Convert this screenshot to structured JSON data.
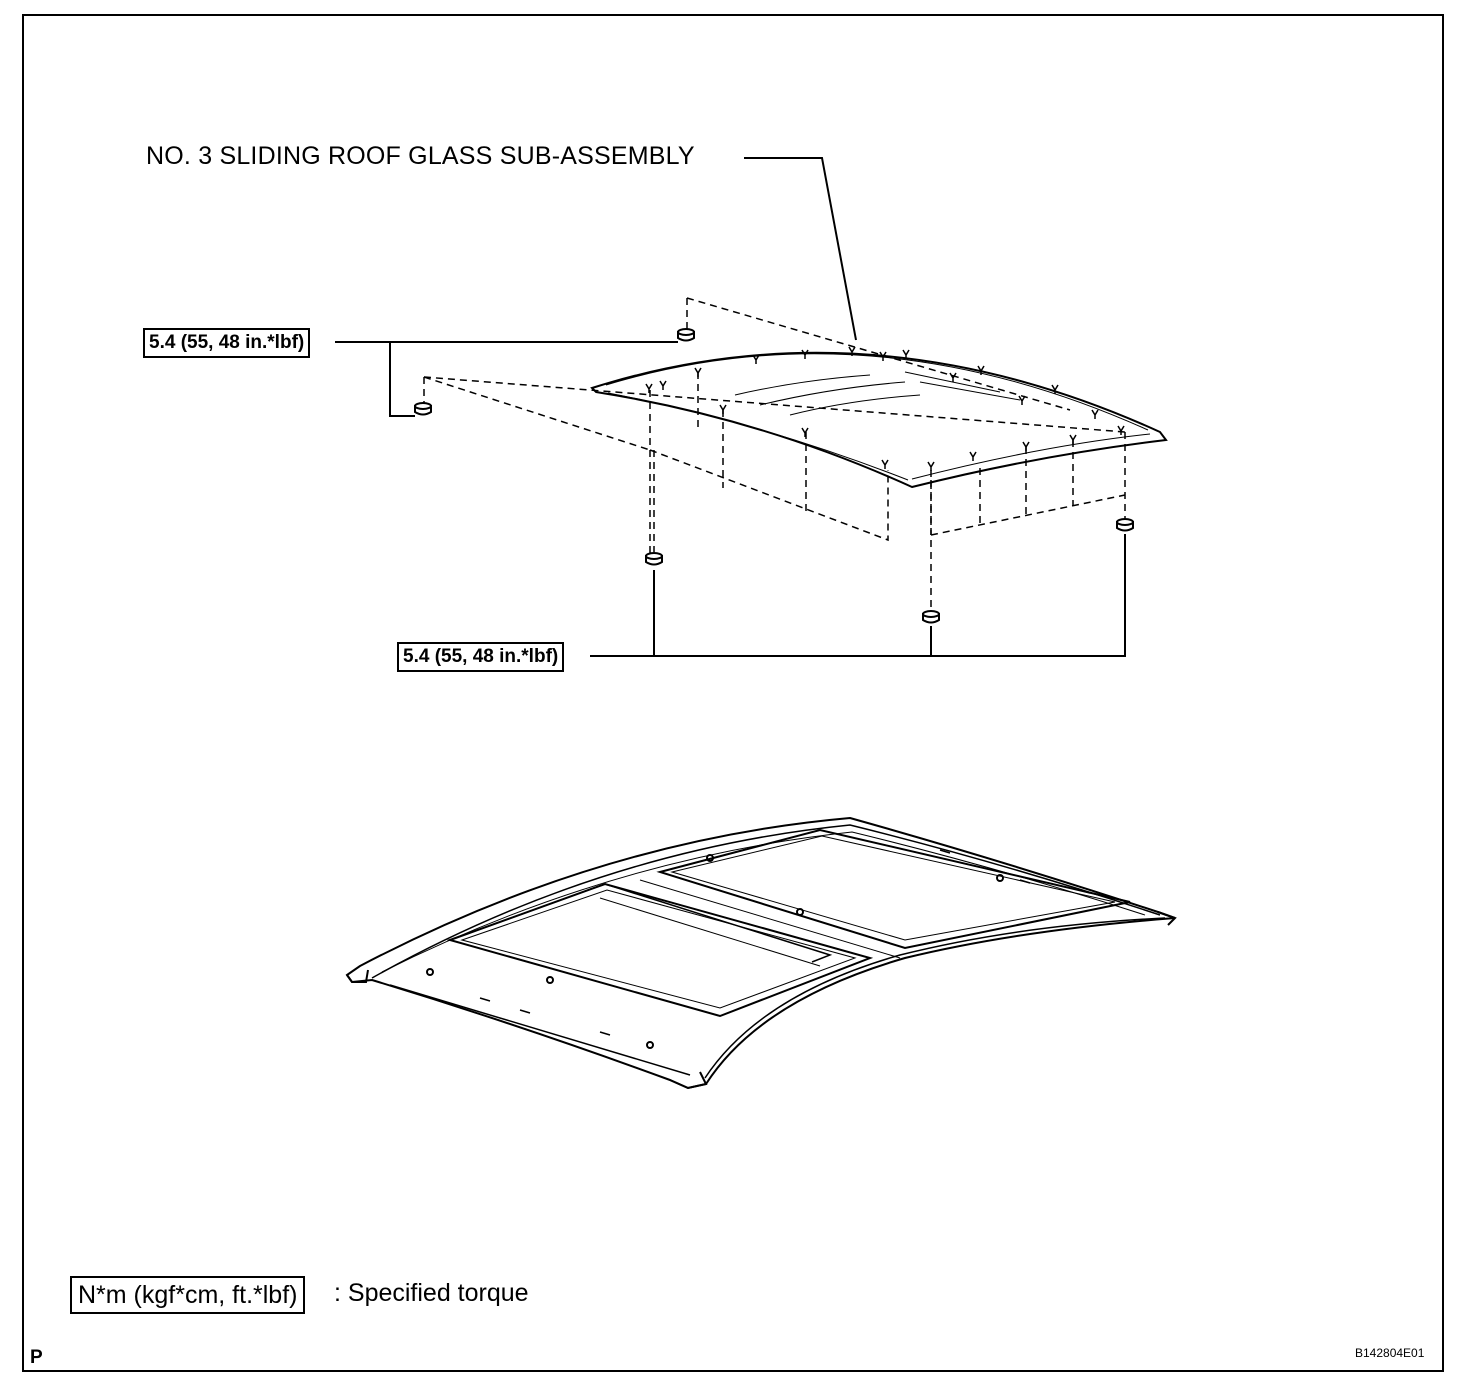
{
  "diagram": {
    "part_label": "NO. 3 SLIDING ROOF GLASS SUB-ASSEMBLY",
    "torque_upper": "5.4 (55, 48 in.*lbf)",
    "torque_lower": "5.4 (55, 48 in.*lbf)"
  },
  "legend": {
    "unit_box": "N*m (kgf*cm, ft.*lbf)",
    "description": ": Specified torque"
  },
  "footer": {
    "page_code": "P",
    "figure_id": "B142804E01"
  }
}
